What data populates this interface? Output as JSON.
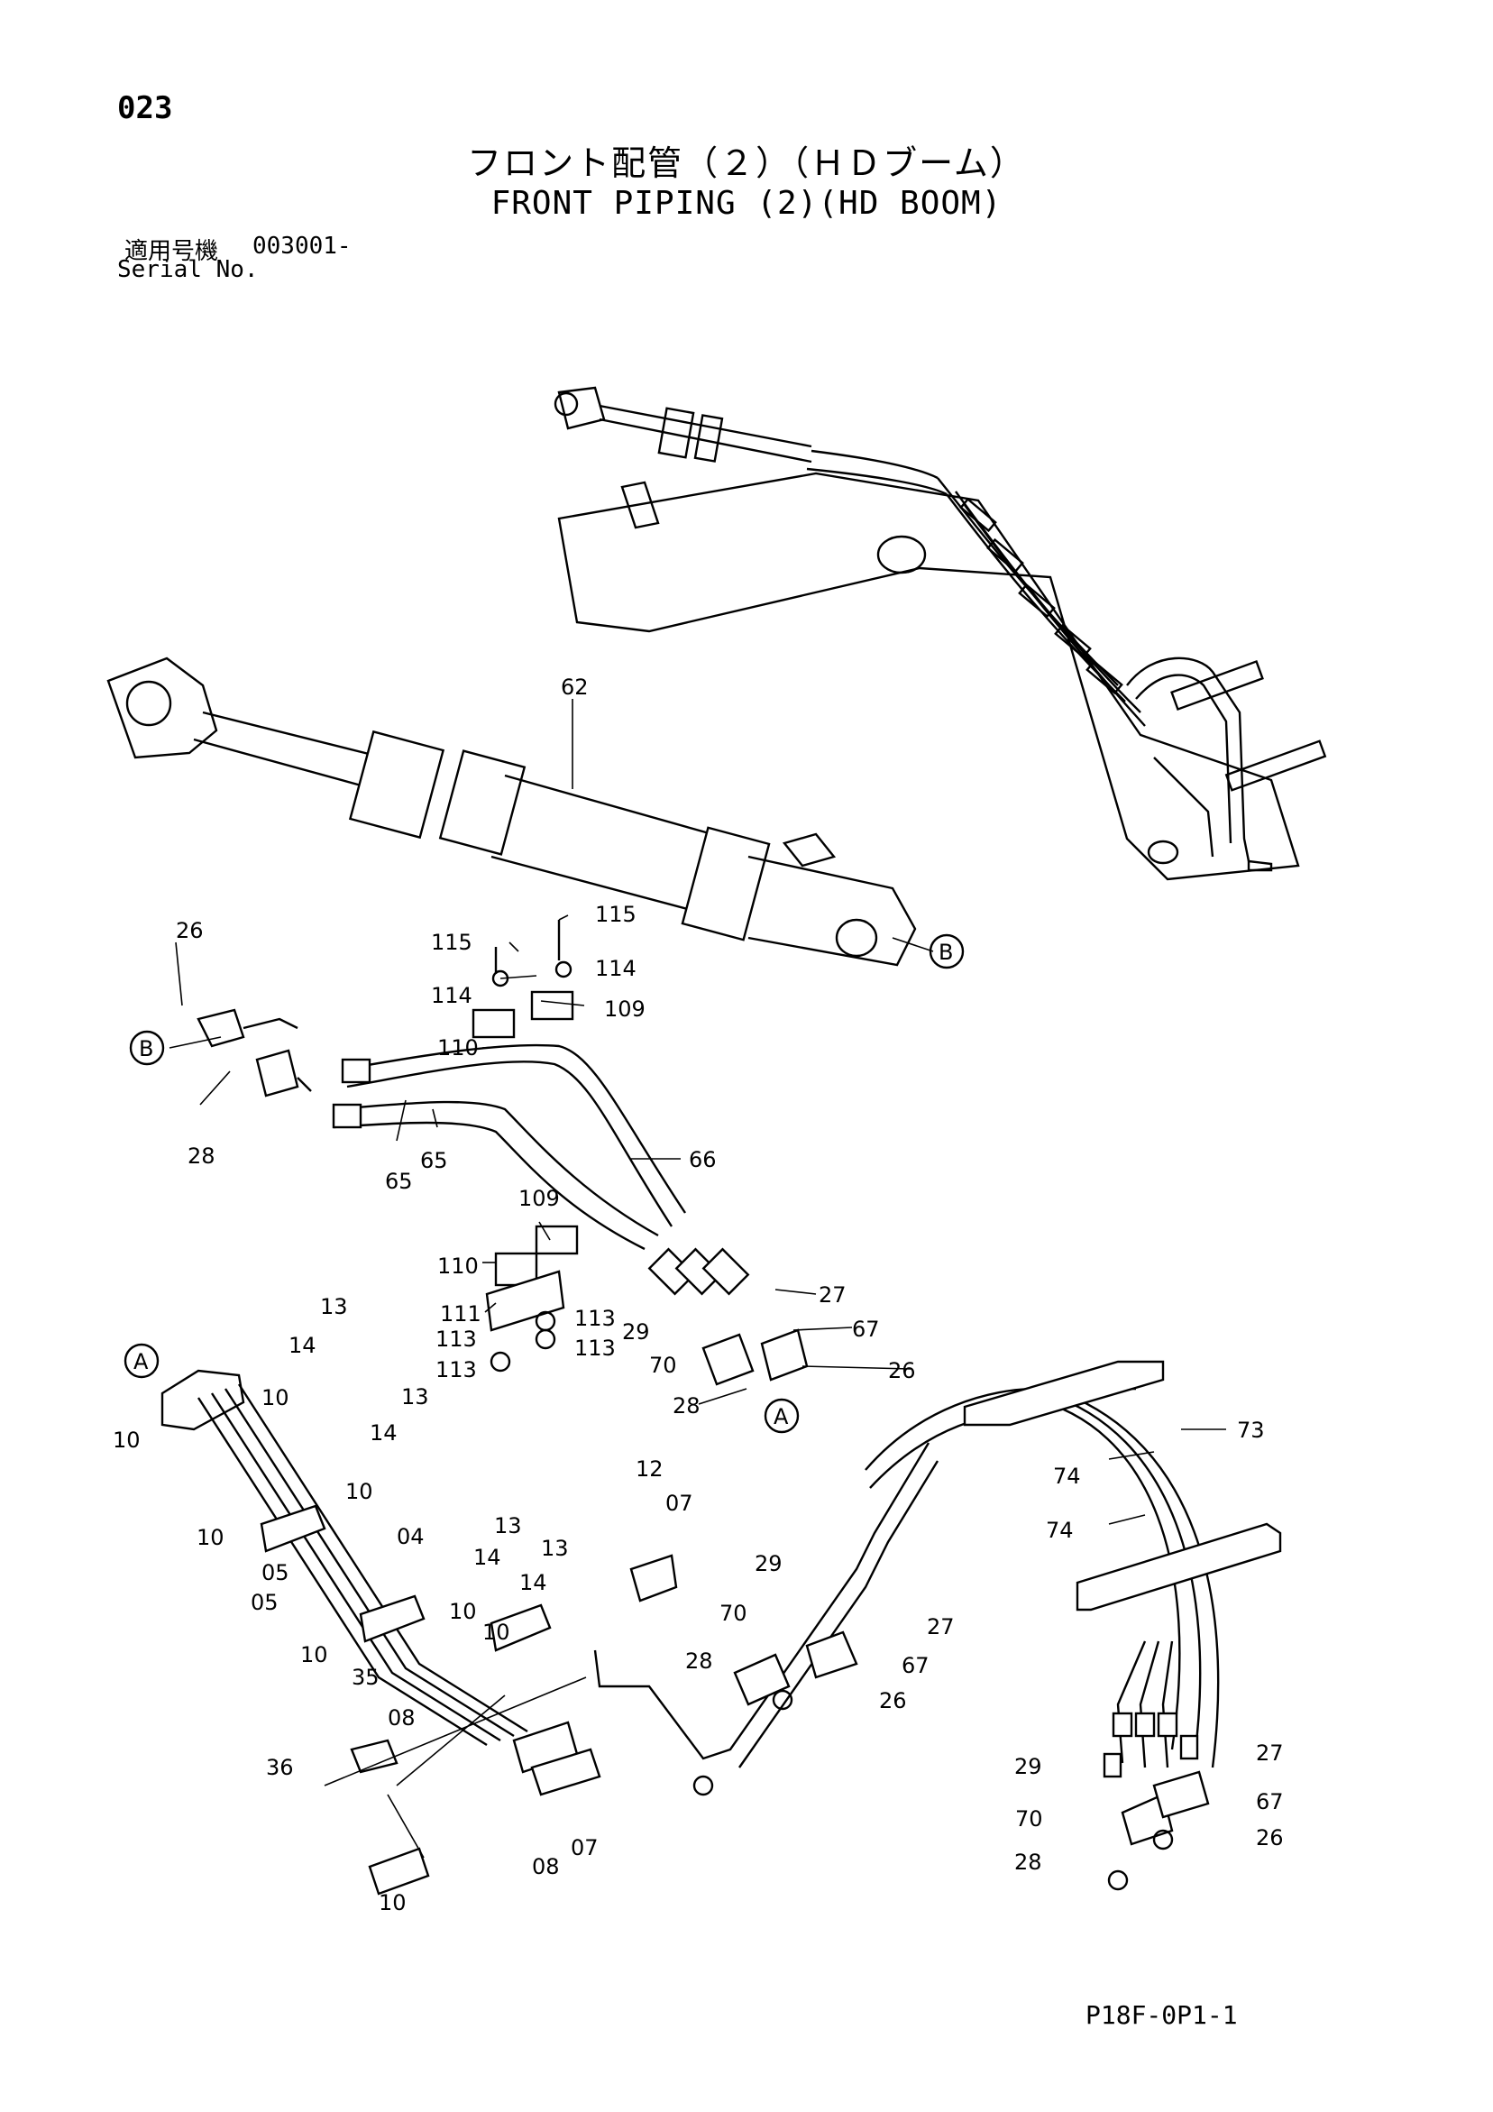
{
  "header": {
    "page_number": "023",
    "title_jp": "フロント配管（２）（ＨＤブーム）",
    "title_en": "FRONT PIPING (2)(HD BOOM)",
    "serial_label_jp": "適用号機",
    "serial_value": "003001-",
    "serial_label_en": "Serial No."
  },
  "footer": {
    "code": "P18F-0P1-1"
  },
  "callouts": {
    "c62": "62",
    "c115a": "115",
    "c115b": "115",
    "c114a": "114",
    "c114b": "114",
    "c109a": "109",
    "c110a": "110",
    "c26a": "26",
    "cB1": "B",
    "cB2": "B",
    "c28a": "28",
    "c65a": "65",
    "c65b": "65",
    "c66": "66",
    "c109b": "109",
    "c110b": "110",
    "c111": "111",
    "c113a": "113",
    "c113b": "113",
    "c113c": "113",
    "c113d": "113",
    "c27a": "27",
    "c29a": "29",
    "c67a": "67",
    "c70a": "70",
    "c26b": "26",
    "c28b": "28",
    "cA2": "A",
    "cA1": "A",
    "c13a": "13",
    "c14a": "14",
    "c10a": "10",
    "c10b": "10",
    "c13b": "13",
    "c14b": "14",
    "c10c": "10",
    "c10d": "10",
    "c04": "04",
    "c05a": "05",
    "c05b": "05",
    "c13c": "13",
    "c14c": "14",
    "c13d": "13",
    "c14d": "14",
    "c10e": "10",
    "c10f": "10",
    "c10g": "10",
    "c35": "35",
    "c36": "36",
    "c08a": "08",
    "c08b": "08",
    "c07a": "07",
    "c07b": "07",
    "c12": "12",
    "c10h": "10",
    "c29b": "29",
    "c70b": "70",
    "c28c": "28",
    "c27b": "27",
    "c67b": "67",
    "c26c": "26",
    "c73": "73",
    "c74a": "74",
    "c74b": "74",
    "c27c": "27",
    "c29c": "29",
    "c67c": "67",
    "c70c": "70",
    "c26d": "26",
    "c28d": "28"
  }
}
